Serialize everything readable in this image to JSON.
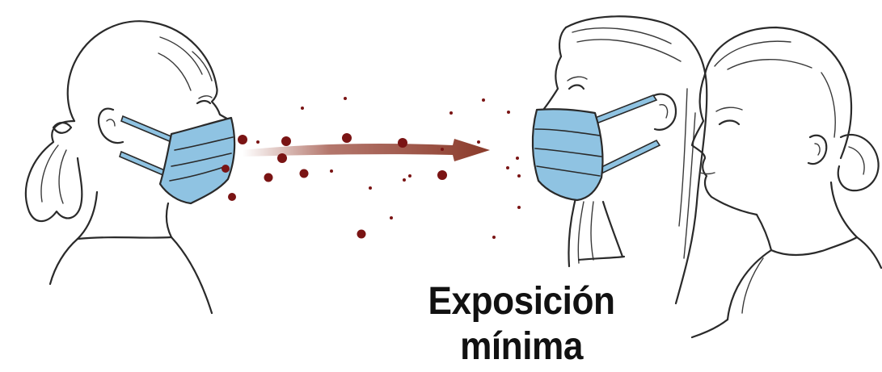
{
  "caption": {
    "line1": "Exposición",
    "line2": "mínima"
  },
  "colors": {
    "mask": "#8fc3e2",
    "droplet": "#7a1414",
    "arrow": "#9b4a3c",
    "outline": "#2a2a2a"
  },
  "figures": [
    {
      "role": "emitter",
      "mask": true,
      "icon": "masked-girl-profile"
    },
    {
      "role": "receiver",
      "mask": true,
      "icon": "masked-woman-profile"
    },
    {
      "role": "bystander",
      "mask": false,
      "icon": "unmasked-woman-profile"
    }
  ]
}
